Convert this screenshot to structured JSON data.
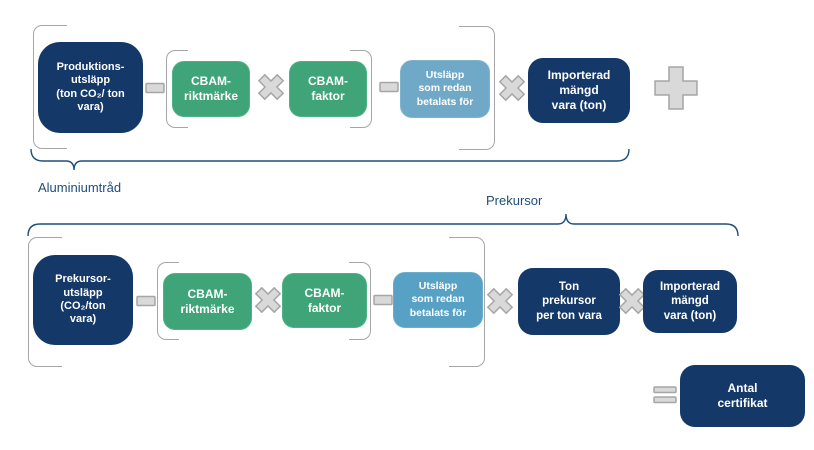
{
  "diagram_title": "CBAM certificate calculation (Swedish)",
  "colors": {
    "navy": "#143868",
    "green": "#3fa478",
    "lightblue_row1": "#6fa9c7",
    "lightblue_row2": "#57a1c5",
    "operator_fill": "#d9d9d9",
    "operator_stroke": "#a6a6a6",
    "bracket_gray": "#a6a6a6",
    "brace_navy": "#1f4e79",
    "box_text": "#ffffff"
  },
  "row1": {
    "group_label": "Aluminiumtråd",
    "production_box": "Produktions-\nutsläpp\n(ton CO₂/ ton\nvara)",
    "benchmark_box": "CBAM-\nriktmärke",
    "factor_box": "CBAM-\nfaktor",
    "paid_box": "Utsläpp\nsom redan\nbetalats för",
    "imported_box": "Importerad\nmängd\nvara (ton)"
  },
  "row2": {
    "group_label": "Prekursor",
    "precursor_box": "Prekursor-\nutsläpp\n(CO₂/ton\nvara)",
    "benchmark_box": "CBAM-\nriktmärke",
    "factor_box": "CBAM-\nfaktor",
    "paid_box": "Utsläpp\nsom redan\nbetalats för",
    "tons_precursor_box": "Ton\nprekursor\nper ton vara",
    "imported_box": "Importerad\nmängd\nvara (ton)"
  },
  "result_box": "Antal\ncertifikat",
  "operators": {
    "minus": "−",
    "multiply": "×",
    "plus": "+",
    "equals": "="
  }
}
